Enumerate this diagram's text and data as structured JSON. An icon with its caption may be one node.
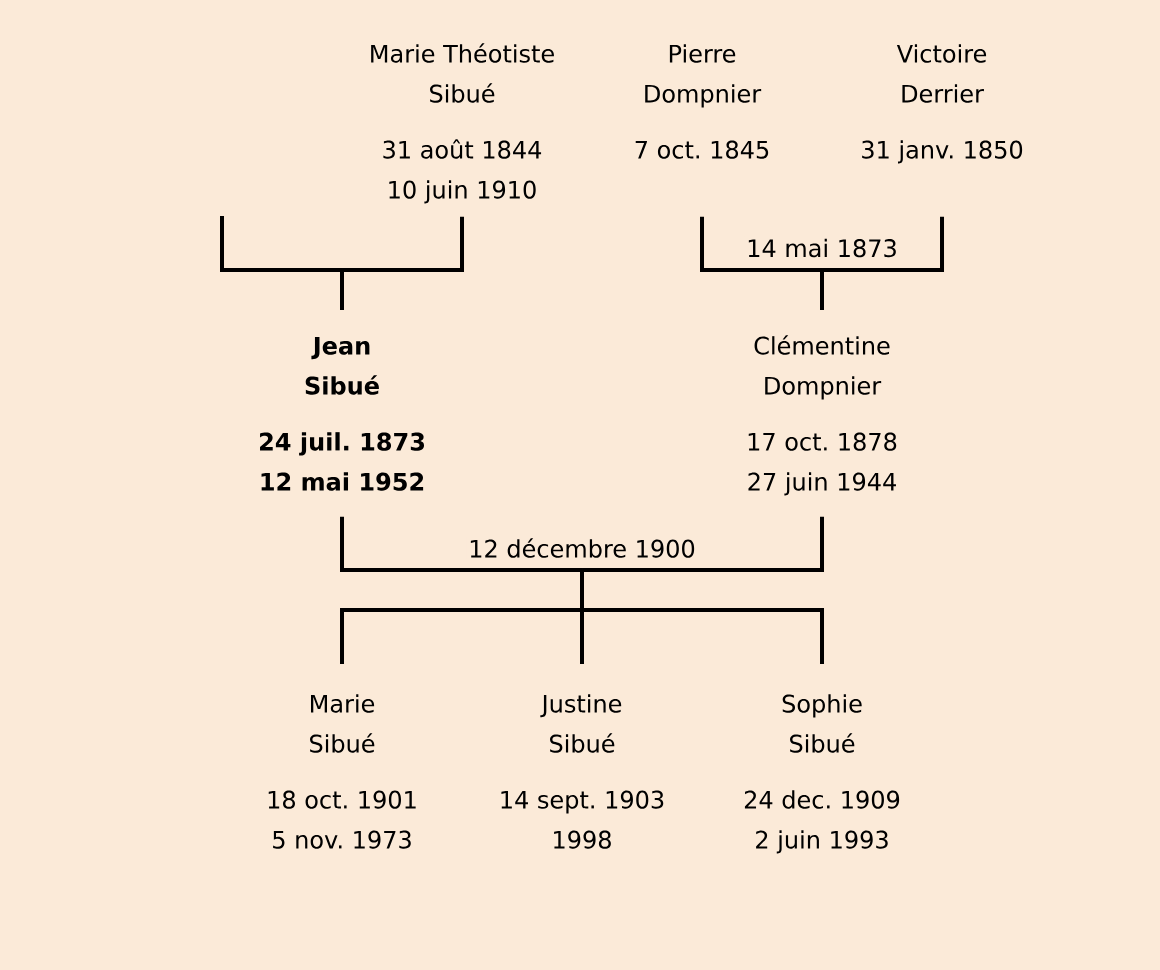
{
  "diagram": {
    "nodes": [
      {
        "text": [
          "Marie Théotiste Sibué",
          "31 août 1844",
          "10 juin 1910"
        ]
      },
      {
        "text": [
          "Pierre Dompnier",
          "7 oct. 1845"
        ]
      },
      {
        "text": [
          "Victoire Derrier",
          "31 janv. 1850"
        ]
      },
      {
        "text": [
          "Jean Sibué",
          "24 juil. 1873",
          "12 mai 1952"
        ]
      },
      {
        "text": [
          "Clémentine Dompnier",
          "17 oct. 1878",
          "27 juin 1944"
        ]
      },
      {
        "text": [
          "Marie Sibué",
          "18 oct. 1901",
          "5 nov. 1973"
        ]
      },
      {
        "text": [
          "Justine Sibué",
          "14 sept. 1903",
          "1998"
        ]
      },
      {
        "text": [
          "Sophie Sibué",
          "24 dec. 1909",
          "2 juin 1993"
        ]
      }
    ],
    "edges": [
      {
        "from": null,
        "to": 3,
        "arrow": "none"
      },
      {
        "from": 0,
        "to": 3,
        "arrow": "none"
      },
      {
        "from": 1,
        "to": 4,
        "arrow": "none",
        "label": "14 mai 1873"
      },
      {
        "from": 2,
        "to": 4,
        "arrow": "none"
      },
      {
        "from": 3,
        "to": 5,
        "arrow": "none",
        "label": "12 décembre 1900"
      },
      {
        "from": 3,
        "to": 6,
        "arrow": "none"
      },
      {
        "from": 3,
        "to": 7,
        "arrow": "none"
      },
      {
        "from": 4,
        "to": 5,
        "arrow": "none"
      },
      {
        "from": 4,
        "to": 6,
        "arrow": "none"
      },
      {
        "from": 4,
        "to": 7,
        "arrow": "none"
      }
    ]
  }
}
